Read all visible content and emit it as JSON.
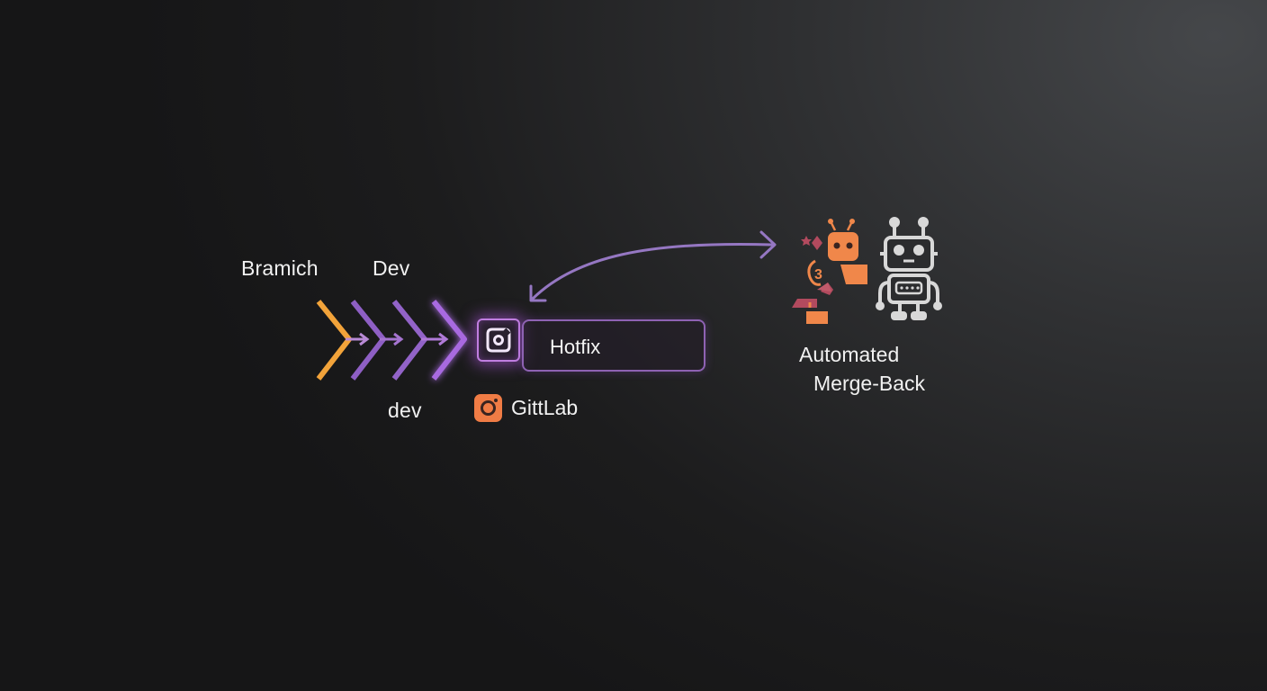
{
  "labels": {
    "branch": "Bramich",
    "dev_top": "Dev",
    "dev_bottom": "dev"
  },
  "hotfix": {
    "label": "Hotfix"
  },
  "gitlab": {
    "label": "GittLab",
    "icon": "gitlab-icon"
  },
  "merge_back": {
    "line1": "Automated",
    "line2": "Merge-Back"
  },
  "icons": {
    "chevrons": "chevron-right-icon",
    "branch_box": "branch-square-icon",
    "robot_orange": "robot-icon",
    "robot_gray": "robot-icon"
  },
  "colors": {
    "chevron_orange": "#f2a33a",
    "chevron_purple": "#8e5fc4",
    "glow": "#c86af2",
    "arrow": "#9577c2",
    "robot_orange": "#f0874a",
    "robot_gray": "#d8d8d8",
    "sparkle": "#b24a5e"
  }
}
